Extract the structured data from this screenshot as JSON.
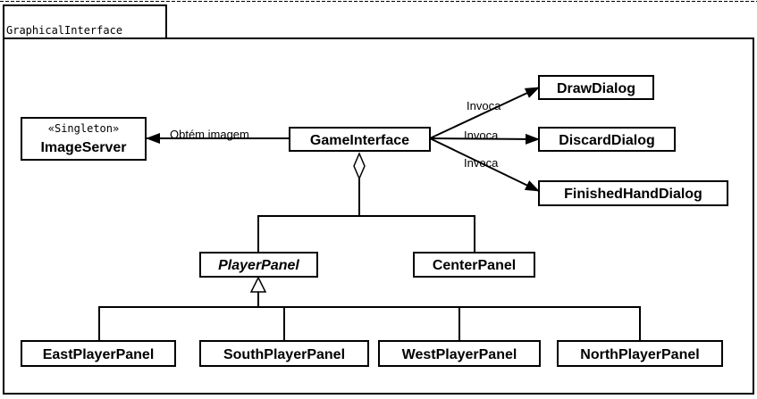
{
  "package": {
    "name": "GraphicalInterface"
  },
  "classes": {
    "image_server": {
      "stereotype": "«Singleton»",
      "name": "ImageServer"
    },
    "game_interface": {
      "name": "GameInterface"
    },
    "draw_dialog": {
      "name": "DrawDialog"
    },
    "discard_dialog": {
      "name": "DiscardDialog"
    },
    "finished_hand_dialog": {
      "name": "FinishedHandDialog"
    },
    "player_panel": {
      "name": "PlayerPanel",
      "abstract": true
    },
    "center_panel": {
      "name": "CenterPanel"
    },
    "east_player_panel": {
      "name": "EastPlayerPanel"
    },
    "south_player_panel": {
      "name": "SouthPlayerPanel"
    },
    "west_player_panel": {
      "name": "WestPlayerPanel"
    },
    "north_player_panel": {
      "name": "NorthPlayerPanel"
    }
  },
  "relations": {
    "obtem_imagem": {
      "label": "Obtém imagem",
      "from": "GameInterface",
      "to": "ImageServer",
      "kind": "association"
    },
    "invoca_draw": {
      "label": "Invoca",
      "from": "GameInterface",
      "to": "DrawDialog",
      "kind": "association"
    },
    "invoca_discard": {
      "label": "Invoca",
      "from": "GameInterface",
      "to": "DiscardDialog",
      "kind": "association"
    },
    "invoca_finished": {
      "label": "Invoca",
      "from": "GameInterface",
      "to": "FinishedHandDialog",
      "kind": "association"
    },
    "aggregation": {
      "from": "GameInterface",
      "to": [
        "PlayerPanel",
        "CenterPanel"
      ],
      "kind": "aggregation"
    },
    "generalization": {
      "from": [
        "EastPlayerPanel",
        "SouthPlayerPanel",
        "WestPlayerPanel",
        "NorthPlayerPanel"
      ],
      "to": "PlayerPanel",
      "kind": "generalization"
    }
  }
}
